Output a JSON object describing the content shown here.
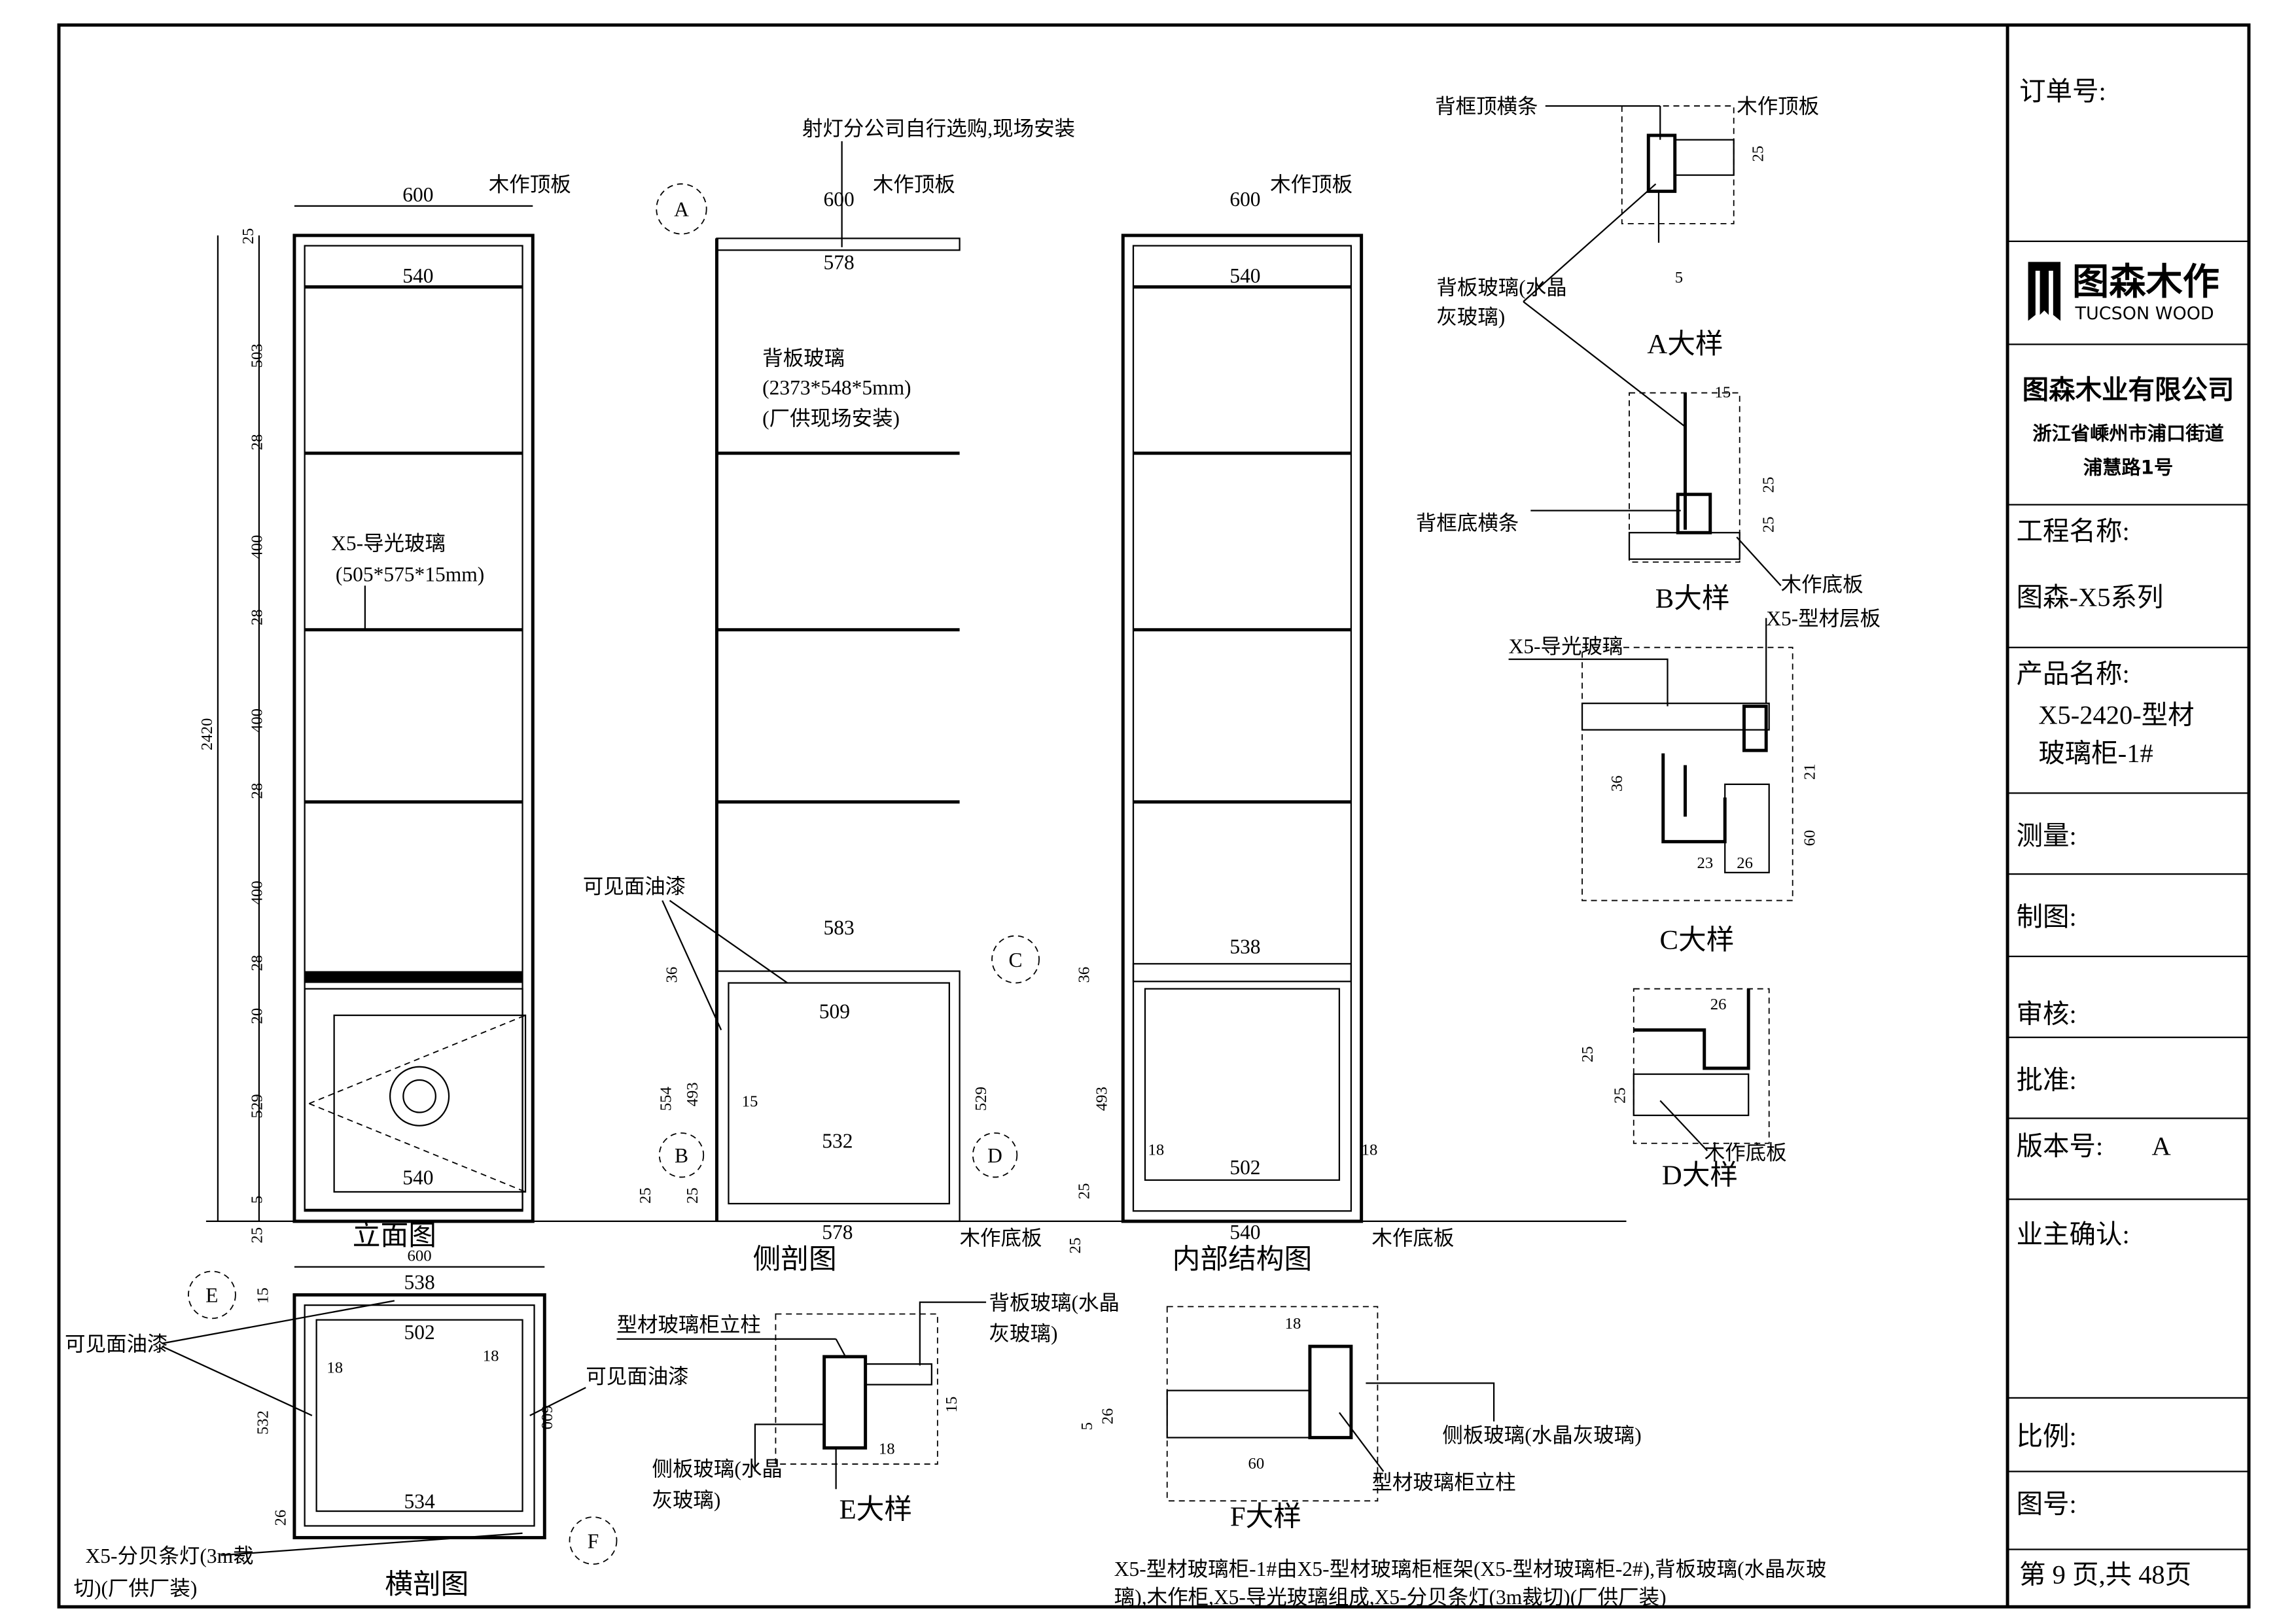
{
  "title_block": {
    "order_no": "订单号:",
    "logo_cn": "图森木作",
    "logo_en": "TUCSON WOOD",
    "company": "图森木业有限公司",
    "address_1": "浙江省嵊州市浦口街道",
    "address_2": "浦慧路1号",
    "project_label": "工程名称:",
    "project_value": "图森-X5系列",
    "product_label": "产品名称:",
    "product_value_1": "X5-2420-型材",
    "product_value_2": "玻璃柜-1#",
    "measure": "测量:",
    "drawing": "制图:",
    "review": "审核:",
    "approve": "批准:",
    "version_label": "版本号:",
    "version_value": "A",
    "owner_confirm": "业主确认:",
    "scale": "比例:",
    "drawing_no": "图号:",
    "page": "第 9 页,共 48页"
  },
  "views": {
    "elevation": "立面图",
    "side_section": "侧剖图",
    "internal": "内部结构图",
    "plan_section": "横剖图",
    "detail_a": "A大样",
    "detail_b": "B大样",
    "detail_c": "C大样",
    "detail_d": "D大样",
    "detail_e": "E大样",
    "detail_f": "F大样"
  },
  "labels": {
    "top_board": "木作顶板",
    "bottom_board": "木作底板",
    "spotlight": "射灯分公司自行选购,现场安装",
    "back_glass": "背板玻璃",
    "back_glass_size": "(2373*548*5mm)",
    "back_glass_install": "(厂供现场安装)",
    "light_glass": "X5-导光玻璃",
    "light_glass_size": "(505*575*15mm)",
    "visible_paint": "可见面油漆",
    "back_frame_top": "背框顶横条",
    "back_glass_crystal_1": "背板玻璃(水晶",
    "back_glass_crystal_2": "灰玻璃)",
    "back_frame_bottom": "背框底横条",
    "profile_shelf": "X5-型材层板",
    "light_glass_c": "X5-导光玻璃",
    "profile_column": "型材玻璃柜立柱",
    "back_glass_e_1": "背板玻璃(水晶",
    "back_glass_e_2": "灰玻璃)",
    "side_glass_e_1": "侧板玻璃(水晶",
    "side_glass_e_2": "灰玻璃)",
    "side_glass_f": "侧板玻璃(水晶灰玻璃)",
    "profile_column_f": "型材玻璃柜立柱",
    "led_strip_1": "X5-分贝条灯(3m裁",
    "led_strip_2": "切)(厂供厂装)",
    "callouts": [
      "A",
      "B",
      "C",
      "D",
      "E",
      "F"
    ]
  },
  "dimensions": {
    "elevation": [
      "600",
      "540",
      "540",
      "25",
      "503",
      "28",
      "400",
      "28",
      "400",
      "28",
      "400",
      "28",
      "20",
      "529",
      "5",
      "25",
      "2420"
    ],
    "side": [
      "600",
      "578",
      "583",
      "509",
      "532",
      "578",
      "36",
      "554",
      "493",
      "15",
      "25",
      "25",
      "529",
      "25"
    ],
    "internal": [
      "600",
      "540",
      "538",
      "502",
      "540",
      "36",
      "493",
      "18",
      "18",
      "25"
    ],
    "plan": [
      "600",
      "538",
      "502",
      "18",
      "18",
      "532",
      "600",
      "534",
      "26",
      "15"
    ],
    "detail_a": [
      "25",
      "5"
    ],
    "detail_b": [
      "15",
      "25",
      "25"
    ],
    "detail_c": [
      "36",
      "21",
      "23",
      "26",
      "60"
    ],
    "detail_d": [
      "26",
      "25",
      "25"
    ],
    "detail_e": [
      "15",
      "18"
    ],
    "detail_f": [
      "18",
      "5",
      "26",
      "60"
    ]
  },
  "note": {
    "line_1": "X5-型材玻璃柜-1#由X5-型材玻璃柜框架(X5-型材玻璃柜-2#),背板玻璃(水晶灰玻",
    "line_2": "璃),木作柜,X5-导光玻璃组成,X5-分贝条灯(3m裁切)(厂供厂装)"
  }
}
